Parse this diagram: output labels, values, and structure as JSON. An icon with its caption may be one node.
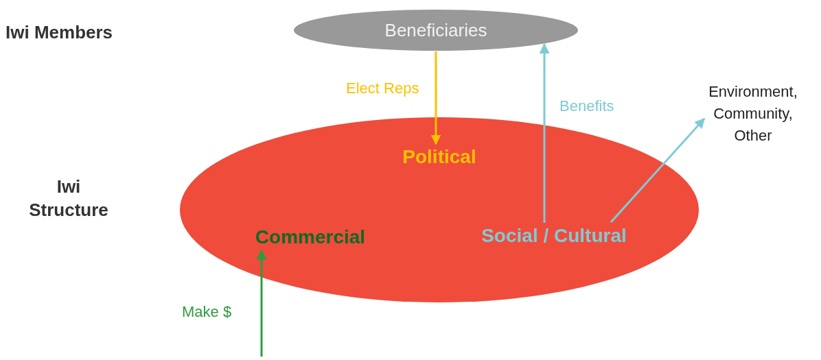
{
  "diagram": {
    "nodes": [
      {
        "text": [
          "Beneficiaries"
        ]
      },
      {
        "text": [],
        "shape": "ellipse"
      },
      {
        "text": [
          "Political"
        ],
        "in": 1
      },
      {
        "text": [
          "Commercial"
        ],
        "in": 1
      },
      {
        "text": [
          "Social / Cultural"
        ],
        "in": 1
      },
      {
        "text": [
          "Environment, Community, Other"
        ]
      }
    ],
    "edges": [
      {
        "from": 0,
        "to": 2,
        "arrow": "to",
        "label": "Elect Reps",
        "color": "#ffc000"
      },
      {
        "from": 4,
        "to": 0,
        "arrow": "to",
        "label": "Benefits",
        "color": "#7ecbd6"
      },
      {
        "from": 4,
        "to": 5,
        "arrow": "to",
        "color": "#7ecbd6"
      },
      {
        "from": null,
        "to": 3,
        "arrow": "to",
        "label": "Make $",
        "color": "#2e9b3e"
      }
    ],
    "labels": [
      "Iwi Members",
      "Iwi Structure"
    ]
  }
}
